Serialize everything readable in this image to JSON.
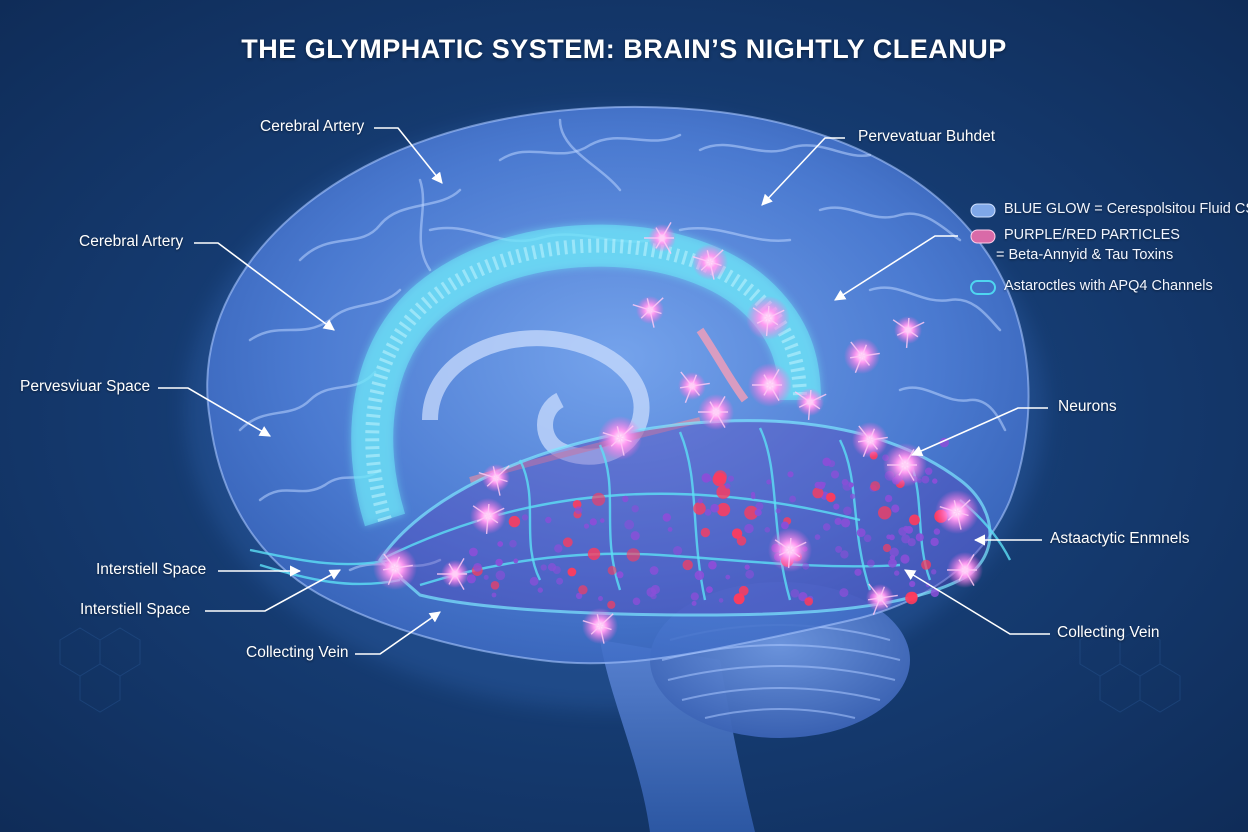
{
  "title": "THE GLYMPHATIC SYSTEM: BRAIN’S NIGHTLY CLEANUP",
  "labels": {
    "cerebral_artery_top": "Cerebral Artery",
    "cerebral_artery_left": "Cerebral Artery",
    "perivascular_bundle": "Pervevatuar Buhdet",
    "perivascular_space": "Pervesviuar Space",
    "interstitial_space_1": "Interstiell Space",
    "interstitial_space_2": "Interstiell Space",
    "collecting_vein_left": "Collecting Vein",
    "neurons": "Neurons",
    "astrocytic_channels": "Astaactytic Enmnels",
    "collecting_vein_right": "Collecting Vein"
  },
  "legend": {
    "items": [
      {
        "text": "BLUE GLOW = Cerespolsitou Fluid CSF",
        "color": "#7fa7e8"
      },
      {
        "text": "PURPLE/RED PARTICLES",
        "text2": "= Beta-Annyid & Tau Toxins",
        "color": "#d96aa8"
      },
      {
        "text": "Astaroctles with APQ4 Channels",
        "color": "#4fd6f0"
      }
    ]
  },
  "colors": {
    "background": "#163d74",
    "brain": "#5d8fe6",
    "csf_glow": "#6ee6f7",
    "toxin_purple": "#8a4fd8",
    "toxin_red": "#ff3b5c",
    "neuron_glow": "#ff8ff0"
  }
}
